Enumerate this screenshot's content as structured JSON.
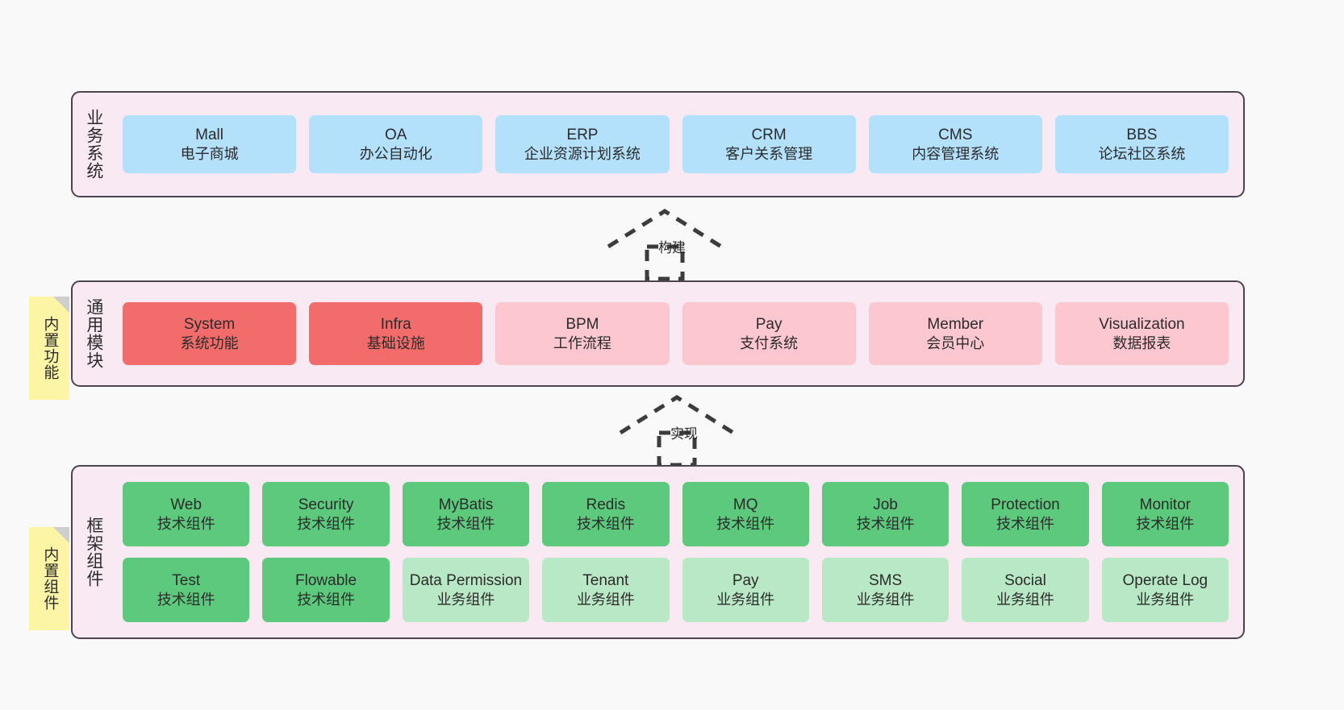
{
  "colors": {
    "background": "#f9f9f9",
    "layer_fill": "#f9e9f2",
    "layer_border": "#4d4450",
    "business_card": "#b3e0fb",
    "module_primary": "#f26c6c",
    "module_secondary": "#fcc7ce",
    "framework_tech": "#5cc97d",
    "framework_biz": "#b9e8c6",
    "note_fill": "#fbf5a5",
    "note_fold": "#cfcfcf",
    "text": "#2b2b2b"
  },
  "layers": {
    "business": {
      "title": "业务系统",
      "cards": [
        {
          "name": "Mall",
          "desc": "电子商城"
        },
        {
          "name": "OA",
          "desc": "办公自动化"
        },
        {
          "name": "ERP",
          "desc": "企业资源计划系统"
        },
        {
          "name": "CRM",
          "desc": "客户关系管理"
        },
        {
          "name": "CMS",
          "desc": "内容管理系统"
        },
        {
          "name": "BBS",
          "desc": "论坛社区系统"
        }
      ]
    },
    "modules": {
      "title": "通用模块",
      "cards": [
        {
          "name": "System",
          "desc": "系统功能",
          "style": "red"
        },
        {
          "name": "Infra",
          "desc": "基础设施",
          "style": "red"
        },
        {
          "name": "BPM",
          "desc": "工作流程",
          "style": "pink"
        },
        {
          "name": "Pay",
          "desc": "支付系统",
          "style": "pink"
        },
        {
          "name": "Member",
          "desc": "会员中心",
          "style": "pink"
        },
        {
          "name": "Visualization",
          "desc": "数据报表",
          "style": "pink"
        }
      ]
    },
    "framework": {
      "title": "框架组件",
      "row1": [
        {
          "name": "Web",
          "desc": "技术组件",
          "style": "green"
        },
        {
          "name": "Security",
          "desc": "技术组件",
          "style": "green"
        },
        {
          "name": "MyBatis",
          "desc": "技术组件",
          "style": "green"
        },
        {
          "name": "Redis",
          "desc": "技术组件",
          "style": "green"
        },
        {
          "name": "MQ",
          "desc": "技术组件",
          "style": "green"
        },
        {
          "name": "Job",
          "desc": "技术组件",
          "style": "green"
        },
        {
          "name": "Protection",
          "desc": "技术组件",
          "style": "green"
        },
        {
          "name": "Monitor",
          "desc": "技术组件",
          "style": "green"
        }
      ],
      "row2": [
        {
          "name": "Test",
          "desc": "技术组件",
          "style": "green"
        },
        {
          "name": "Flowable",
          "desc": "技术组件",
          "style": "green"
        },
        {
          "name": "Data Permission",
          "desc": "业务组件",
          "style": "lightgreen"
        },
        {
          "name": "Tenant",
          "desc": "业务组件",
          "style": "lightgreen"
        },
        {
          "name": "Pay",
          "desc": "业务组件",
          "style": "lightgreen"
        },
        {
          "name": "SMS",
          "desc": "业务组件",
          "style": "lightgreen"
        },
        {
          "name": "Social",
          "desc": "业务组件",
          "style": "lightgreen"
        },
        {
          "name": "Operate Log",
          "desc": "业务组件",
          "style": "lightgreen"
        }
      ]
    }
  },
  "notes": [
    {
      "id": "note-functions",
      "label": "内置功能"
    },
    {
      "id": "note-components",
      "label": "内置组件"
    }
  ],
  "arrows": [
    {
      "id": "arrow-build",
      "label": "构建"
    },
    {
      "id": "arrow-impl",
      "label": "实现"
    }
  ]
}
